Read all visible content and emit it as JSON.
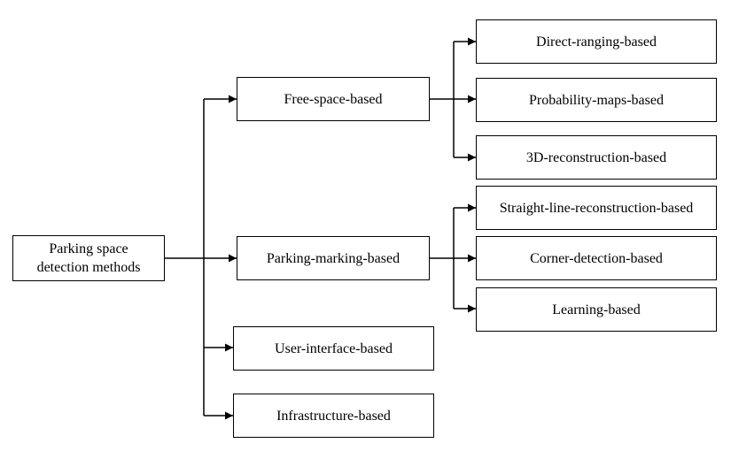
{
  "diagram": {
    "root": {
      "line1": "Parking space",
      "line2": "detection methods"
    },
    "level1": [
      {
        "label": "Free-space-based"
      },
      {
        "label": "Parking-marking-based"
      },
      {
        "label": "User-interface-based"
      },
      {
        "label": "Infrastructure-based"
      }
    ],
    "free_space_children": [
      {
        "label": "Direct-ranging-based"
      },
      {
        "label": "Probability-maps-based"
      },
      {
        "label": "3D-reconstruction-based"
      }
    ],
    "parking_marking_children": [
      {
        "label": "Straight-line-reconstruction-based"
      },
      {
        "label": "Corner-detection-based"
      },
      {
        "label": "Learning-based"
      }
    ],
    "colors": {
      "line": "#000000",
      "box_border": "#000000",
      "background": "#ffffff"
    }
  }
}
